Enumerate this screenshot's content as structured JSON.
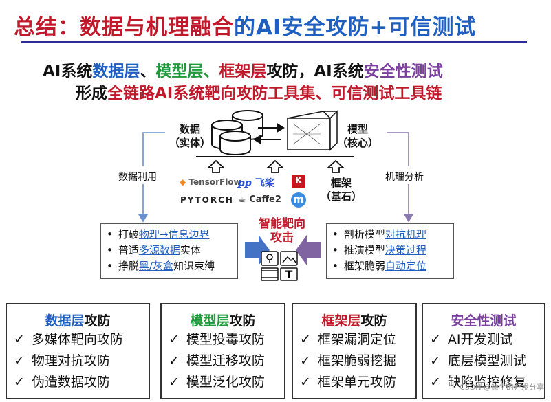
{
  "title": {
    "part1": "总结：数据与机理融合",
    "part2": "的AI安全攻防+可信测试"
  },
  "subtitle1": {
    "a": "AI系统",
    "b": "数据层",
    "c": "、",
    "d": "模型层",
    "e": "、",
    "f": "框架层",
    "g": "攻防，AI系统",
    "h": "安全性测试"
  },
  "subtitle2": {
    "a": "形成",
    "b": "全链路AI系统靶向攻防工具集、可信测试工具链"
  },
  "diagram": {
    "data_label_1": "数据",
    "data_label_2": "（实体）",
    "model_label_1": "模型",
    "model_label_2": "（核心）",
    "framework_label_1": "框架",
    "framework_label_2": "（基石）",
    "left_side": "数据利用",
    "right_side": "机理分析",
    "center_1": "智能靶向",
    "center_2": "攻击"
  },
  "logos": {
    "tensorflow": "TensorFlow",
    "paddle": "飞桨",
    "keras": "K",
    "pytorch": "PYTORCH",
    "caffe": "Caffe2",
    "mxnet": "m"
  },
  "left_box": [
    {
      "pre": "打破",
      "link": "物理→信息边界",
      "post": ""
    },
    {
      "pre": "普适",
      "link": "多源数据",
      "post": "实体"
    },
    {
      "pre": "挣脱",
      "link": "黑/灰盒",
      "post": "知识束缚"
    }
  ],
  "right_box": [
    {
      "pre": "剖析模型",
      "link": "对抗机理",
      "post": ""
    },
    {
      "pre": "推演模型",
      "link": "决策过程",
      "post": ""
    },
    {
      "pre": "框架脆弱",
      "link": "自动定位",
      "post": ""
    }
  ],
  "bottom": [
    {
      "title_a": "数据层",
      "title_b": "攻防",
      "color": "#1f5fbf",
      "items": [
        "多媒体靶向攻防",
        "物理对抗攻防",
        "伪造数据攻防"
      ]
    },
    {
      "title_a": "模型层",
      "title_b": "攻防",
      "color": "#1e9a3a",
      "items": [
        "模型投毒攻防",
        "模型迁移攻防",
        "模型泛化攻防"
      ]
    },
    {
      "title_a": "框架层",
      "title_b": "攻防",
      "color": "#c0192b",
      "items": [
        "框架漏洞定位",
        "框架脆弱挖掘",
        "框架单元攻防"
      ]
    },
    {
      "title_a": "安全性测试",
      "title_b": "",
      "color": "#7b3fa0",
      "items": [
        "AI开发测试",
        "底层模型测试",
        "缺陷监控修复"
      ]
    }
  ],
  "check_mark": "✓",
  "bullet": "•",
  "watermark": "CSDN @微尘的开发分享"
}
